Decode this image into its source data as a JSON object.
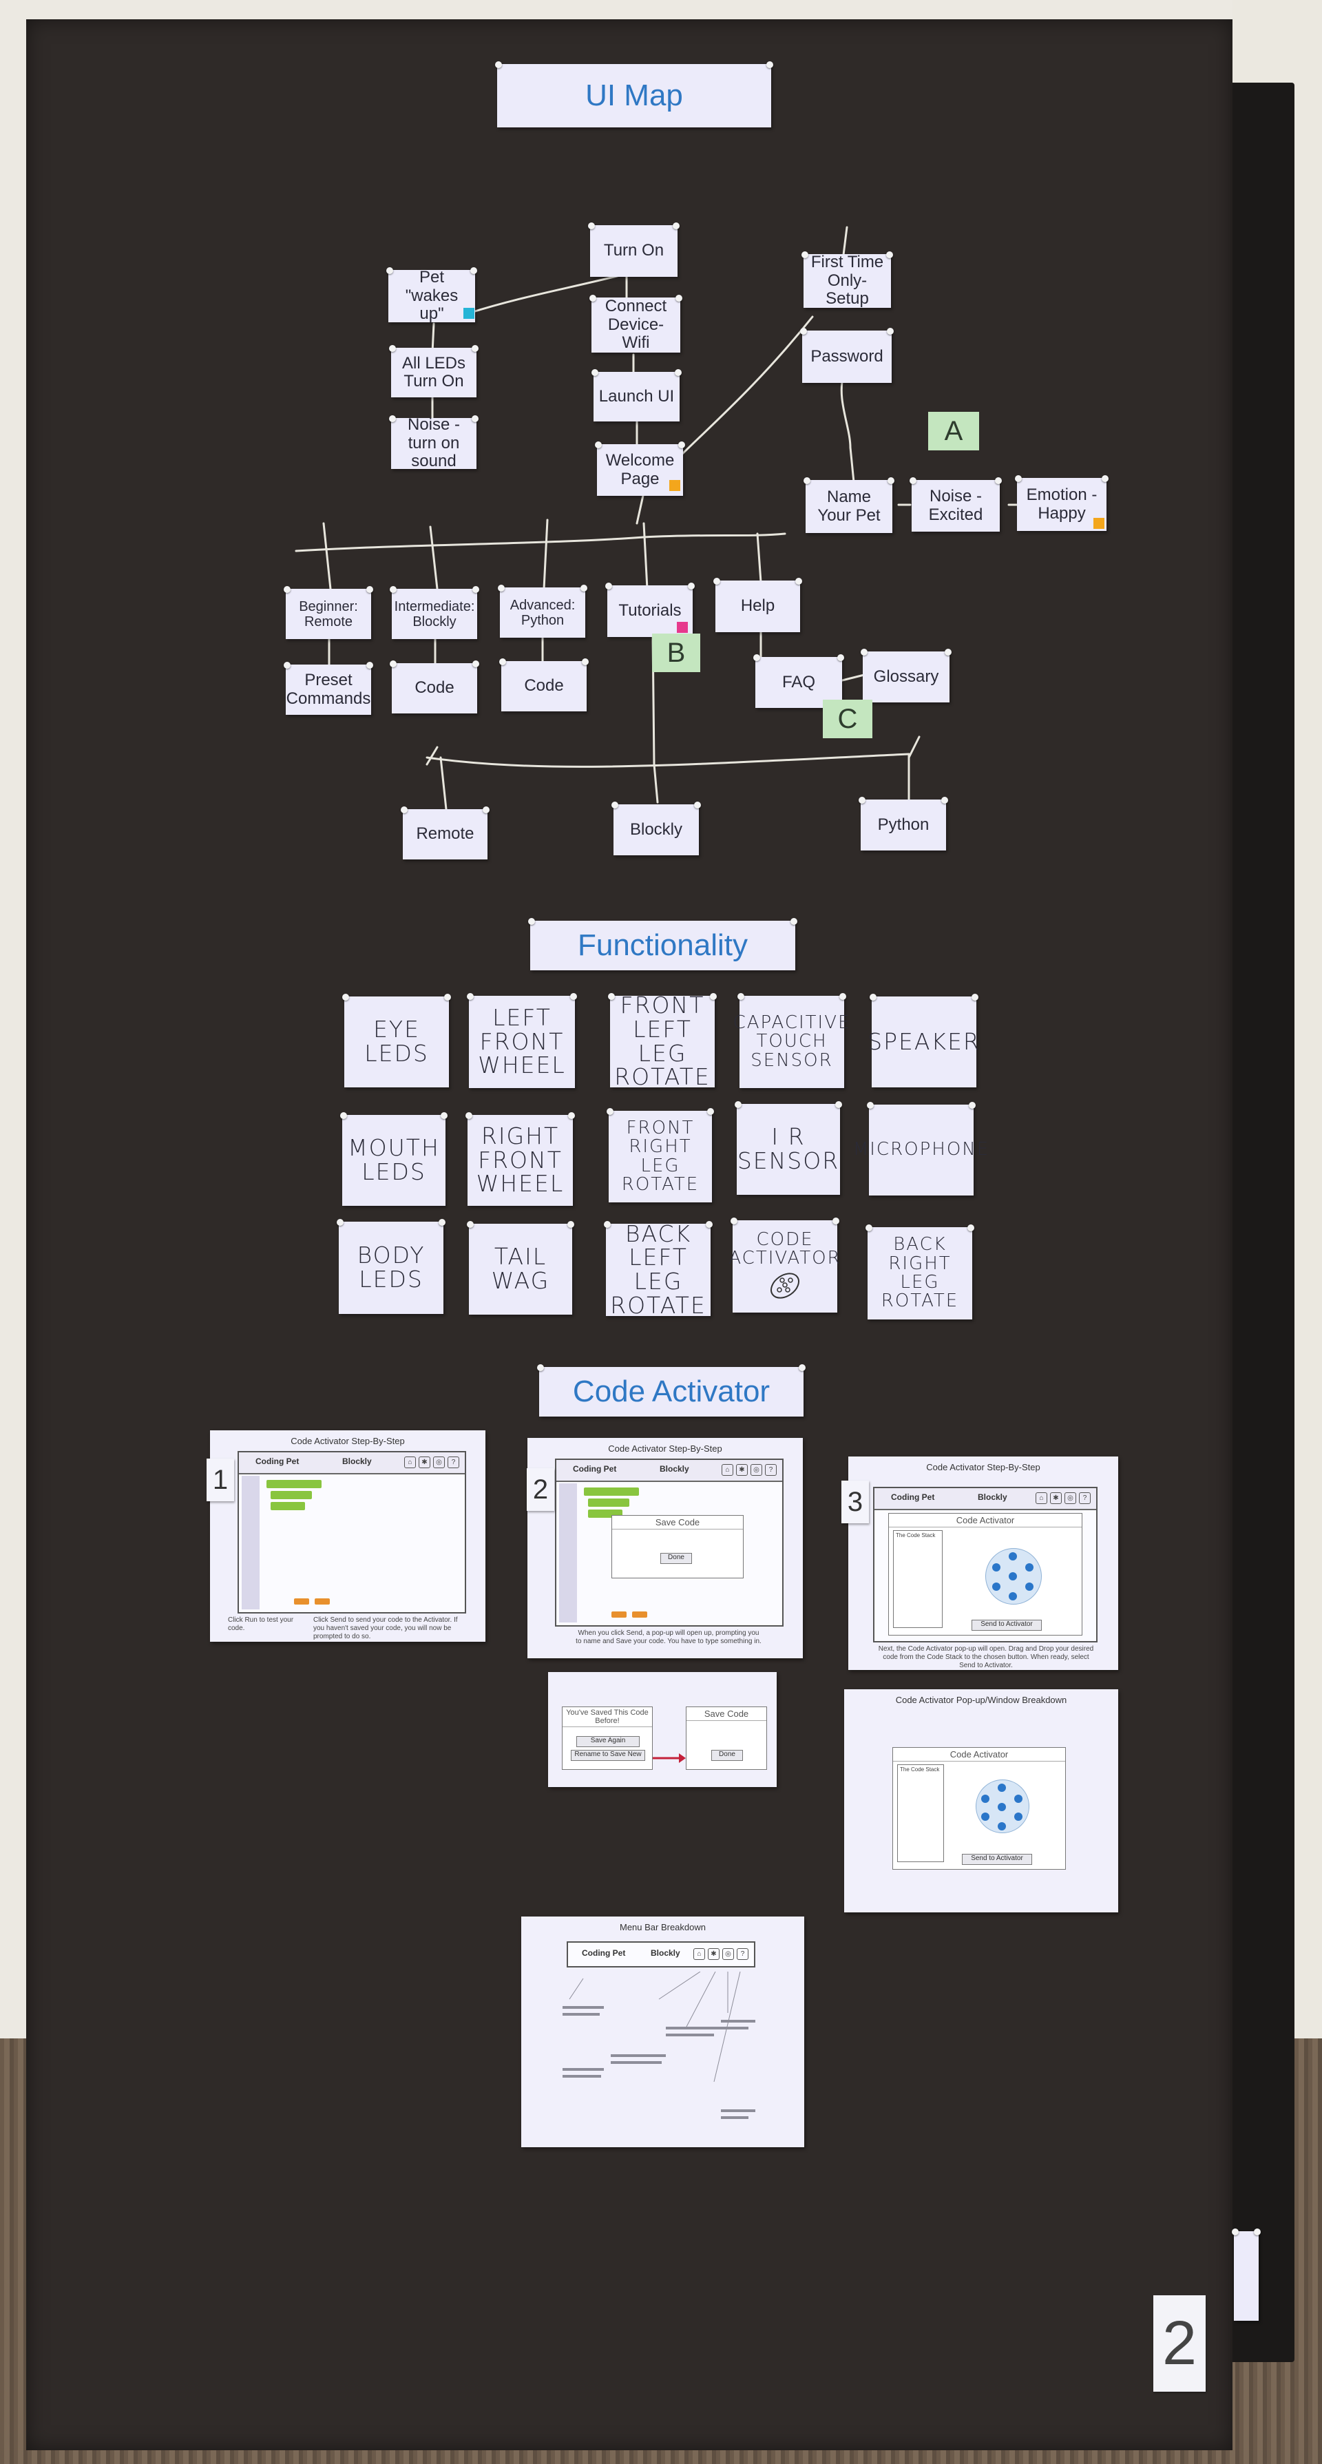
{
  "sections": {
    "ui_map": "UI Map",
    "functionality": "Functionality",
    "code_activator": "Code Activator"
  },
  "ui_map_nodes": {
    "turn_on": "Turn On",
    "pet_wakes_up": "Pet \"wakes up\"",
    "all_leds_turn_on": "All LEDs Turn On",
    "noise_turn_on_sound": "Noise - turn on sound",
    "connect_device_wifi": "Connect Device-Wifi",
    "launch_ui": "Launch UI",
    "welcome_page": "Welcome Page",
    "first_time_setup": "First Time Only-Setup",
    "password": "Password",
    "name_your_pet": "Name Your Pet",
    "noise_excited": "Noise - Excited",
    "emotion_happy": "Emotion - Happy",
    "beginner_remote": "Beginner: Remote",
    "intermediate_blockly": "Intermediate: Blockly",
    "advanced_python": "Advanced: Python",
    "tutorials": "Tutorials",
    "help": "Help",
    "preset_commands": "Preset Commands",
    "code_1": "Code",
    "code_2": "Code",
    "faq": "FAQ",
    "glossary": "Glossary",
    "remote": "Remote",
    "blockly": "Blockly",
    "python": "Python",
    "note_a": "A",
    "note_b": "B",
    "note_c": "C"
  },
  "functionality_cards": {
    "eye_leds": "EYE LEDS",
    "left_front_wheel": "LEFT FRONT WHEEL",
    "front_left_leg_rotate": "FRONT LEFT LEG ROTATE",
    "capacitive_touch_sensor": "CAPACITIVE TOUCH SENSOR",
    "speaker": "SPEAKER",
    "mouth_leds": "MOUTH LEDS",
    "right_front_wheel": "RIGHT FRONT WHEEL",
    "front_right_leg_rotate": "FRONT RIGHT LEG ROTATE",
    "ir_sensor": "I R SENSOR",
    "microphone": "MICROPHONE",
    "body_leds": "BODY LEDS",
    "tail_wag": "TAIL WAG",
    "back_left_leg_rotate": "BACK LEFT LEG ROTATE",
    "code_activator": "CODE ACTIVATOR",
    "back_right_leg_rotate": "BACK RIGHT LEG ROTATE"
  },
  "code_activator_docs": {
    "step_title": "Code Activator Step-By-Step",
    "step_1": "1",
    "step_2": "2",
    "step_3": "3",
    "app_name": "Coding Pet",
    "tab_blockly": "Blockly",
    "save_code": "Save Code",
    "code_activator_window": "Code Activator",
    "the_code_stack": "The Code Stack",
    "send_to_activator": "Send to Activator",
    "saved_before": "You've Saved This Code Before!",
    "save_again": "Save Again",
    "rename_save_new": "Rename to Save New",
    "done": "Done",
    "breakdown_title": "Code Activator Pop-up/Window Breakdown",
    "menu_bar_title": "Menu Bar Breakdown",
    "caption_1": "Click Run to test your code.",
    "caption_1b": "Click Send to send your code to the Activator. If you haven't saved your code, you will now be prompted to do so.",
    "caption_2": "When you click Send, a pop-up will open up, prompting you to name and Save your code. You have to type something in.",
    "caption_3": "Next, the Code Activator pop-up will open. Drag and Drop your desired code from the Code Stack to the chosen button. When ready, select Send to Activator."
  },
  "page_number": "2"
}
